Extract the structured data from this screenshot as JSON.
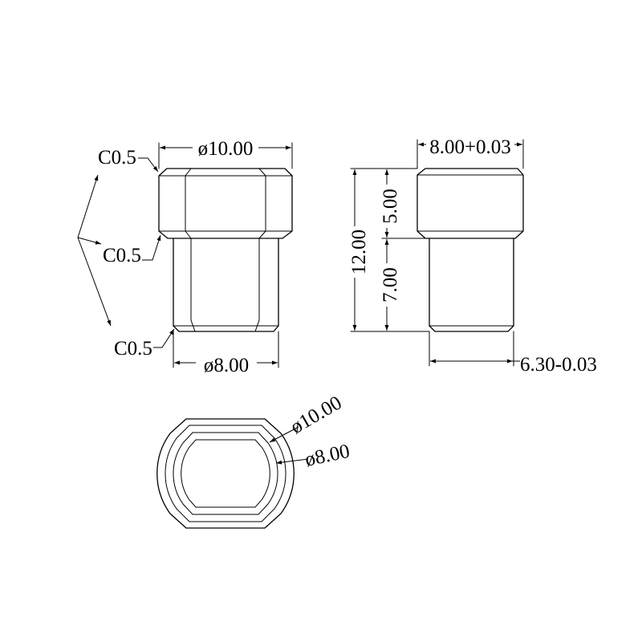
{
  "drawing": {
    "front_view": {
      "head_diameter": "ø10.00",
      "shank_diameter": "ø8.00",
      "chamfer_top": "C0.5",
      "chamfer_middle": "C0.5",
      "chamfer_bottom": "C0.5"
    },
    "side_view": {
      "head_width": "8.00+0.03",
      "shank_width": "6.30-0.03",
      "total_height": "12.00",
      "head_height": "5.00",
      "shank_height": "7.00"
    },
    "bottom_view": {
      "outer_diameter": "ø10.00",
      "inner_diameter": "ø8.00"
    }
  }
}
